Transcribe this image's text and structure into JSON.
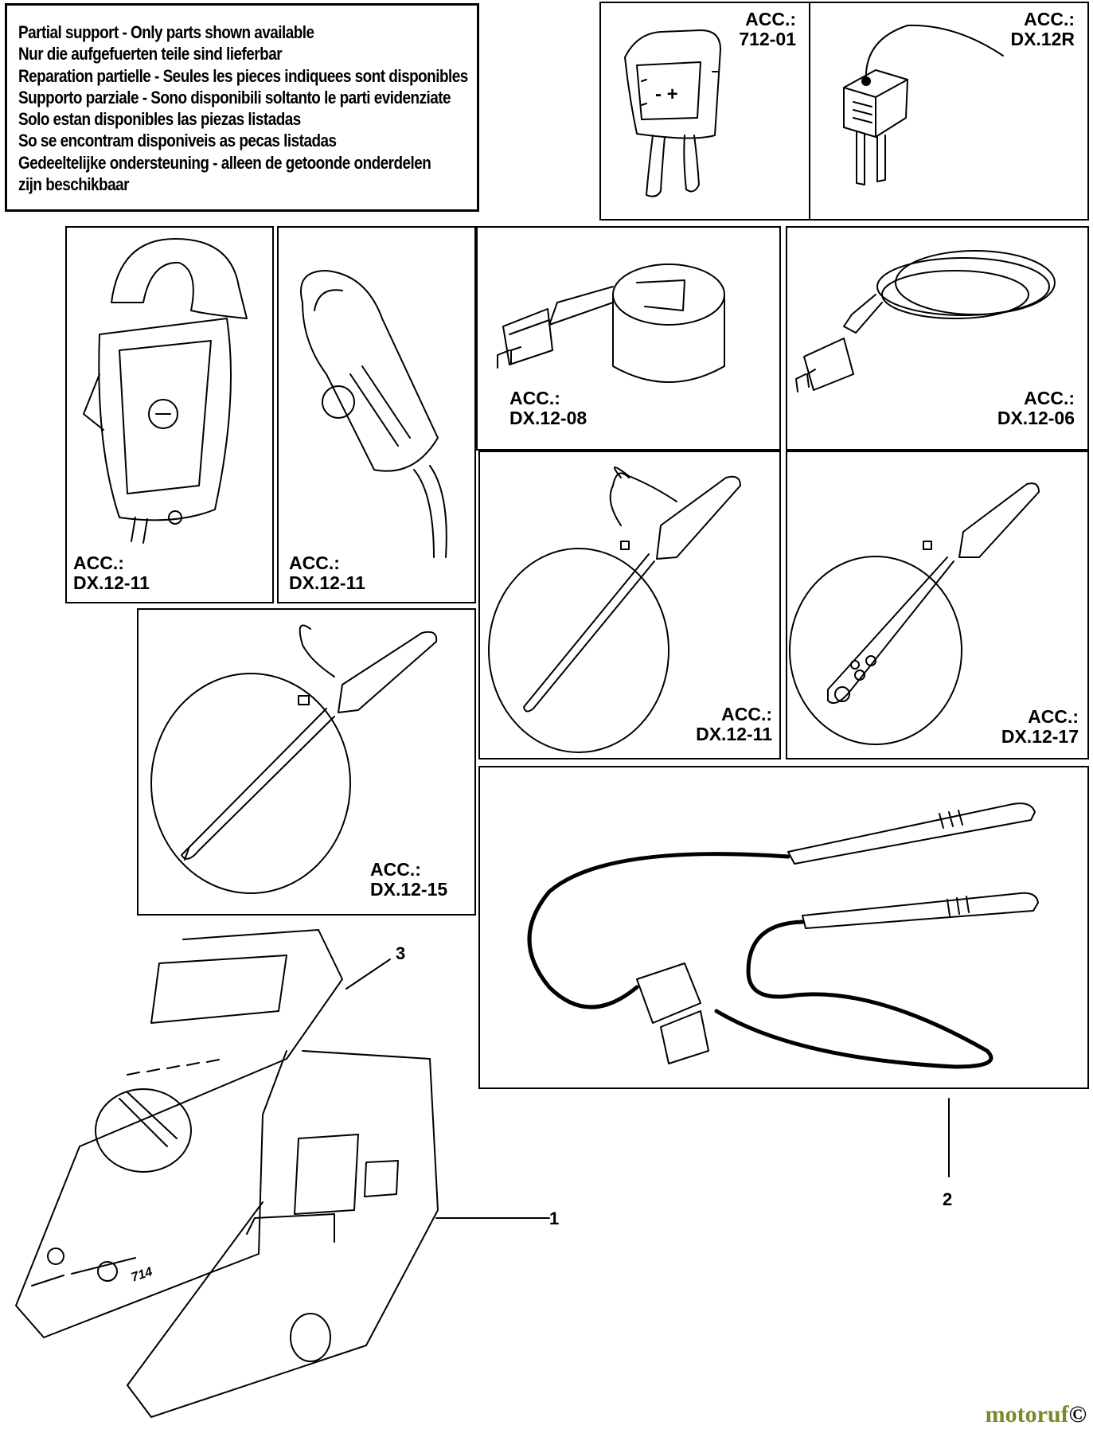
{
  "notice": {
    "lines": [
      "Partial support - Only parts shown available",
      "Nur die aufgefuerten teile sind lieferbar",
      "Reparation partielle - Seules les pieces indiquees sont disponibles",
      "Supporto parziale - Sono disponibili soltanto le parti evidenziate",
      "Solo estan disponibles las piezas listadas",
      "So se encontram disponiveis as pecas listadas",
      "Gedeeltelijke ondersteuning - alleen de getoonde onderdelen",
      "zijn beschikbaar"
    ]
  },
  "accessories": {
    "prefix": "ACC.:",
    "a712_01": "712-01",
    "dx12r": "DX.12R",
    "clamp1": "DX.12-11",
    "clamp2": "DX.12-11",
    "dx12_08": "DX.12-08",
    "dx12_06": "DX.12-06",
    "probe11": "DX.12-11",
    "probe17": "DX.12-17",
    "probe15": "DX.12-15"
  },
  "callouts": {
    "c1": "1",
    "c2": "2",
    "c3": "3"
  },
  "meter_label": "714",
  "watermark": {
    "main": "motoruf",
    "mark": "©"
  }
}
